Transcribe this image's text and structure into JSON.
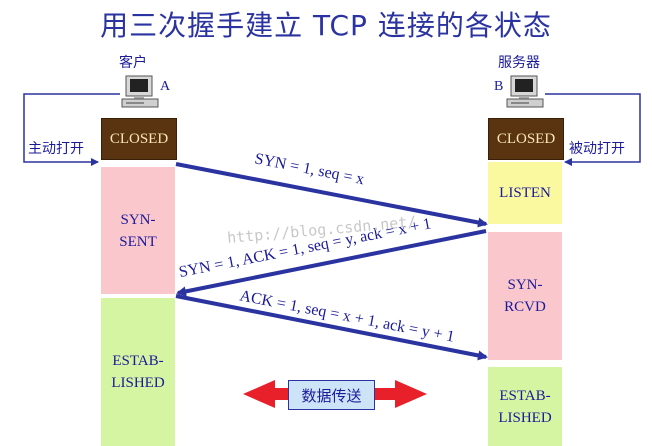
{
  "title": "用三次握手建立 TCP 连接的各状态",
  "client": {
    "name": "客户",
    "letter": "A",
    "open_label": "主动打开"
  },
  "server": {
    "name": "服务器",
    "letter": "B",
    "open_label": "被动打开"
  },
  "client_states": [
    "CLOSED",
    "SYN-\nSENT",
    "ESTAB-\nLISHED"
  ],
  "server_states": [
    "CLOSED",
    "LISTEN",
    "SYN-\nRCVD",
    "ESTAB-\nLISHED"
  ],
  "messages": [
    "SYN = 1, seq = x",
    "SYN = 1, ACK = 1, seq = y, ack = x + 1",
    "ACK = 1, seq = x + 1, ack = y + 1"
  ],
  "data_transfer_label": "数据传送",
  "watermark": "http://blog.csdn.net/",
  "colors": {
    "arrow": "#2a33a0",
    "closed_bg": "#5a3410",
    "syn_bg": "#f9c7cc",
    "established_bg": "#d6f5a3",
    "listen_bg": "#fbf9a0",
    "data_arrow": "#e8202a"
  },
  "icons": {
    "client": "computer-icon",
    "server": "computer-icon"
  }
}
